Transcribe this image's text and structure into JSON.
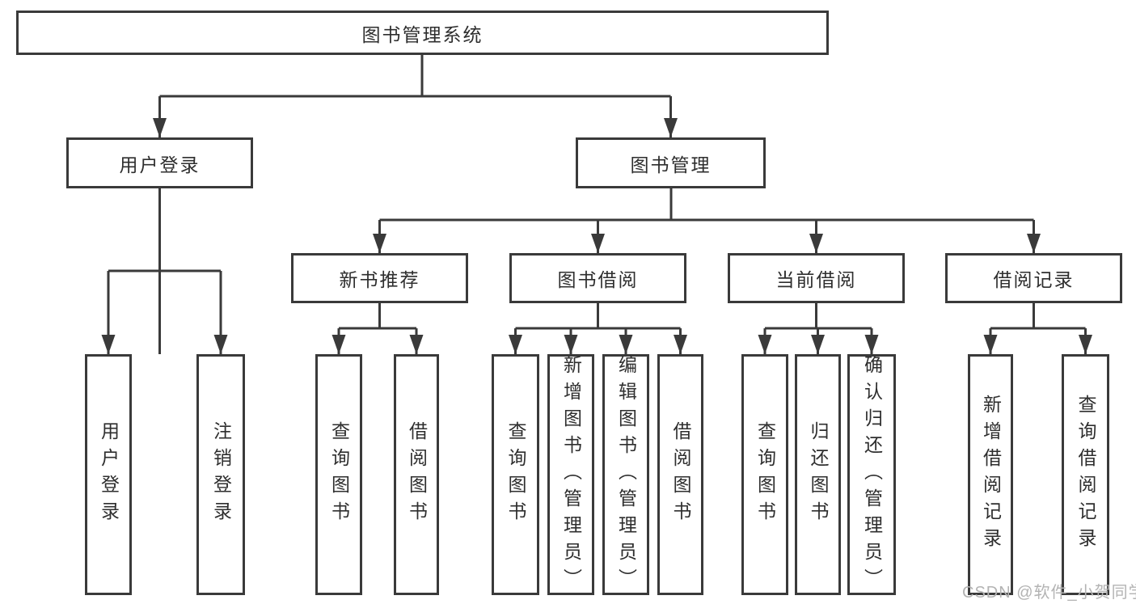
{
  "nodes": {
    "root": {
      "label": "图书管理系统"
    },
    "level2": [
      {
        "id": "user-login",
        "label": "用户登录"
      },
      {
        "id": "book-management",
        "label": "图书管理"
      }
    ],
    "level3": [
      {
        "id": "new-book-recommend",
        "label": "新书推荐"
      },
      {
        "id": "book-borrowing",
        "label": "图书借阅"
      },
      {
        "id": "current-borrowing",
        "label": "当前借阅"
      },
      {
        "id": "borrowing-records",
        "label": "借阅记录"
      }
    ],
    "leaves": [
      {
        "id": "user-login-leaf",
        "label": "用户登录"
      },
      {
        "id": "logout",
        "label": "注销登录"
      },
      {
        "id": "query-books-recommend",
        "label": "查询图书"
      },
      {
        "id": "borrow-books-recommend",
        "label": "借阅图书"
      },
      {
        "id": "query-books-borrowing",
        "label": "查询图书"
      },
      {
        "id": "add-books-admin",
        "label": "新增图书（管理员）"
      },
      {
        "id": "edit-books-admin",
        "label": "编辑图书（管理员）"
      },
      {
        "id": "borrow-books-borrowing",
        "label": "借阅图书"
      },
      {
        "id": "query-books-current",
        "label": "查询图书"
      },
      {
        "id": "return-books",
        "label": "归还图书"
      },
      {
        "id": "confirm-return-admin",
        "label": "确认归还（管理员）"
      },
      {
        "id": "add-borrow-record",
        "label": "新增借阅记录"
      },
      {
        "id": "query-borrow-record",
        "label": "查询借阅记录"
      }
    ]
  },
  "watermark": {
    "text": "CSDN @软件_小贺同学"
  },
  "colors": {
    "line-color": "#3a3a3a",
    "border-color": "#3a3a3a",
    "text-color": "#2e2e2e",
    "watermark-color": "#b3b3b3",
    "background-color": "#ffffff"
  }
}
